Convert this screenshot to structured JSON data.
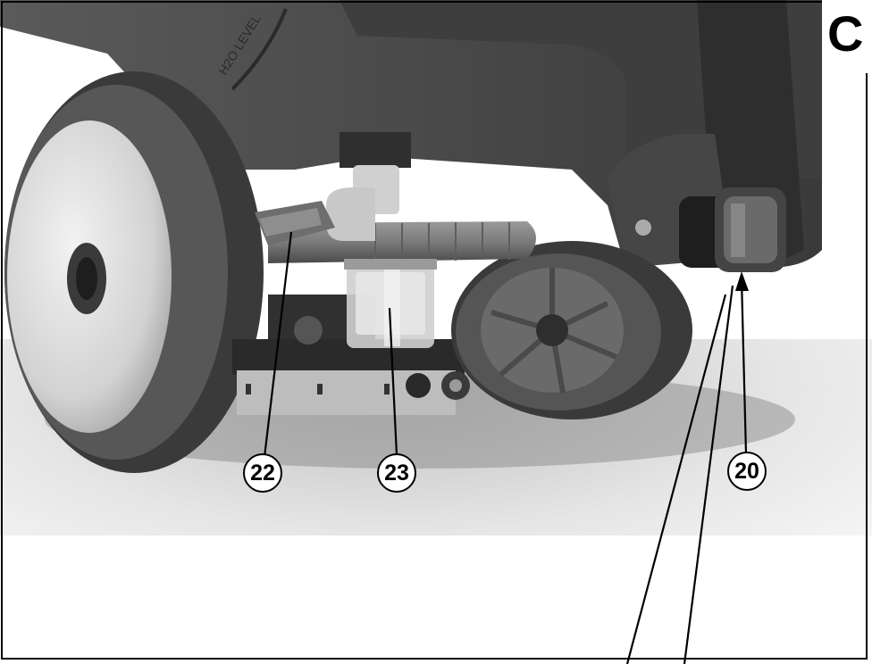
{
  "panel_label": "C",
  "callouts": [
    {
      "id": "22",
      "label": "22"
    },
    {
      "id": "23",
      "label": "23"
    },
    {
      "id": "20",
      "label": "20"
    }
  ],
  "embossed_text": "H2O LEVEL",
  "colors": {
    "line": "#000000",
    "background": "#ffffff"
  }
}
